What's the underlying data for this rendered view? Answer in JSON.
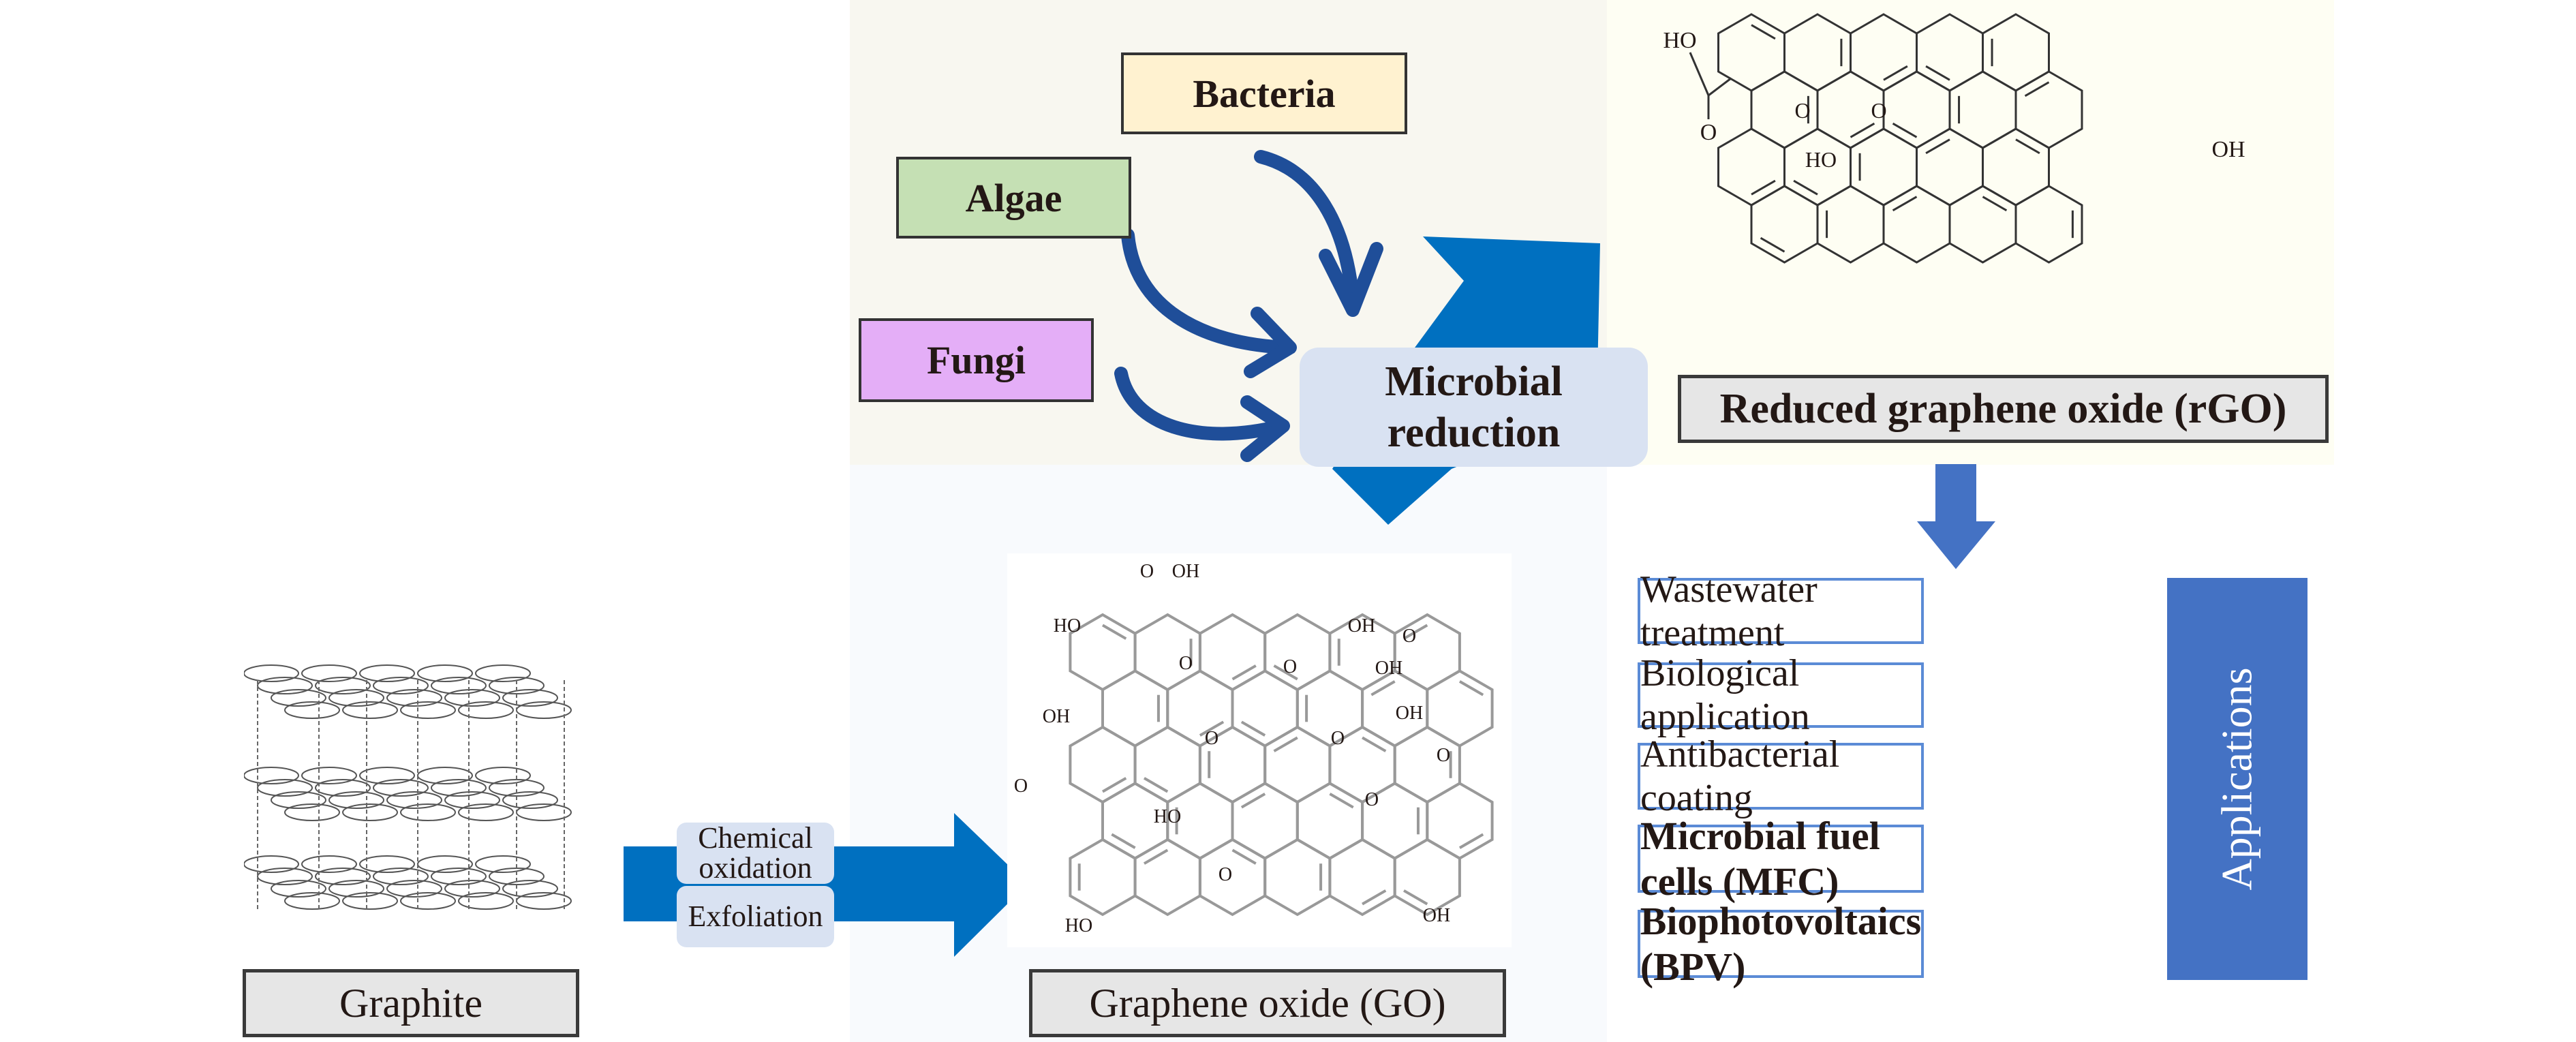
{
  "figure": {
    "microorganisms": [
      {
        "label": "Bacteria",
        "color": "#fff2d0"
      },
      {
        "label": "Algae",
        "color": "#c5e0b4"
      },
      {
        "label": "Fungi",
        "color": "#e4aef7"
      }
    ],
    "process_microbial": {
      "line1": "Microbial",
      "line2": "reduction"
    },
    "process_chemical": {
      "step1_line1": "Chemical",
      "step1_line2": "oxidation",
      "step2": "Exfoliation"
    },
    "materials": {
      "graphite": "Graphite",
      "graphene_oxide": "Graphene oxide (GO)",
      "reduced_graphene_oxide": "Reduced graphene oxide (rGO)"
    },
    "applications": {
      "title": "Applications",
      "items": [
        {
          "label": "Wastewater treatment",
          "bold": false
        },
        {
          "label": "Biological application",
          "bold": false
        },
        {
          "label": "Antibacterial coating",
          "bold": false
        },
        {
          "label": "Microbial fuel cells (MFC)",
          "bold": true
        },
        {
          "label": "Biophotovoltaics (BPV)",
          "bold": true
        }
      ]
    },
    "rgo_groups": {
      "cooh_ho": "HO",
      "cooh_o": "O",
      "epoxy1": "O",
      "epoxy2": "O",
      "hydroxyl_inner": "HO",
      "hydroxyl_edge": "OH"
    },
    "go_groups": [
      "O",
      "OH",
      "HO",
      "OH",
      "O",
      "OH",
      "O",
      "O",
      "OH",
      "OH",
      "O",
      "O",
      "O",
      "O",
      "HO",
      "O",
      "O",
      "HO",
      "OH",
      "HO",
      "O"
    ],
    "colors": {
      "arrow_primary": "#0070c0",
      "arrow_curved": "#1f4e99",
      "arrow_secondary": "#4472c4",
      "app_border": "#5b8bd6",
      "process_box": "#d9e2f2",
      "label_box": "#e6e6e6"
    }
  }
}
